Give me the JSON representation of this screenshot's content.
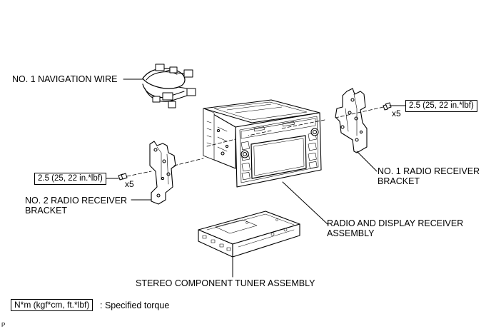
{
  "labels": {
    "nav_wire": "NO. 1 NAVIGATION WIRE",
    "bracket1_line1": "NO. 1 RADIO RECEIVER",
    "bracket1_line2": "BRACKET",
    "bracket2_line1": "NO. 2 RADIO RECEIVER",
    "bracket2_line2": "BRACKET",
    "radio_line1": "RADIO AND DISPLAY RECEIVER",
    "radio_line2": "ASSEMBLY",
    "tuner": "STEREO COMPONENT TUNER ASSEMBLY"
  },
  "torque": {
    "right_spec": "2.5 (25, 22 in.*lbf)",
    "left_spec": "2.5 (25, 22 in.*lbf)",
    "right_qty": "x5",
    "left_qty": "x5"
  },
  "legend": {
    "unit_box": "N*m (kgf*cm, ft.*lbf)",
    "description": ": Specified torque"
  },
  "corner_mark": "P"
}
